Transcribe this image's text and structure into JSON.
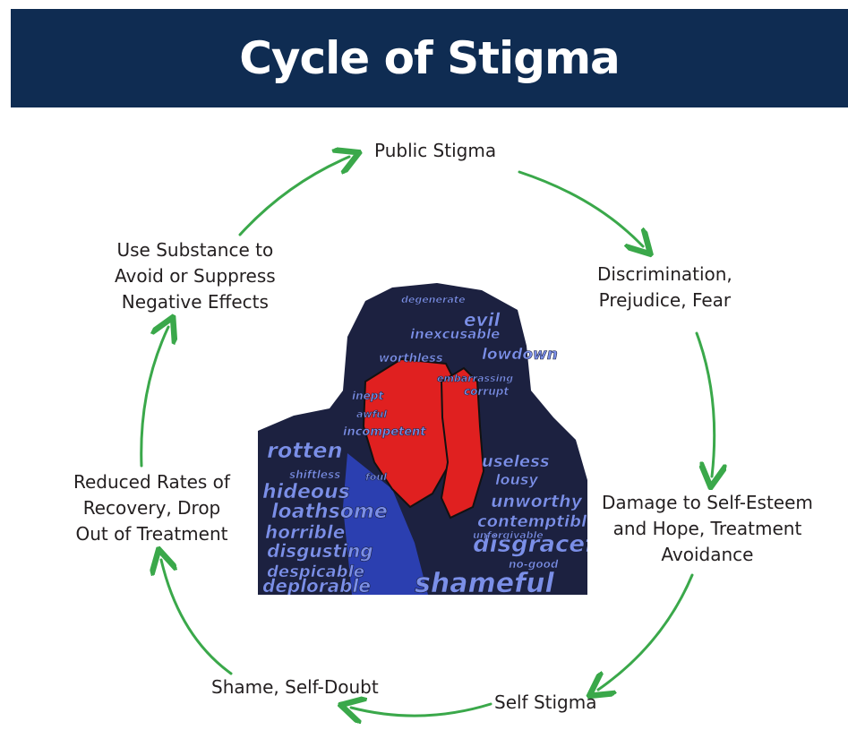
{
  "title": "Cycle of Stigma",
  "stages": {
    "public_stigma": "Public Stigma",
    "discrimination": [
      "Discrimination,",
      "Prejudice, Fear"
    ],
    "damage": [
      "Damage to Self-Esteem",
      "and Hope, Treatment",
      "Avoidance"
    ],
    "self_stigma": "Self Stigma",
    "shame": "Shame, Self-Doubt",
    "reduced_rates": [
      "Reduced Rates of",
      "Recovery, Drop",
      "Out of Treatment"
    ],
    "use_substance": [
      "Use Substance to",
      "Avoid or Suppress",
      "Negative Effects"
    ]
  },
  "figure_words": [
    "degenerate",
    "evil",
    "inexcusable",
    "worthless",
    "lowdown",
    "embarrassing",
    "corrupt",
    "incompetent",
    "rotten",
    "shiftless",
    "hideous",
    "loathsome",
    "horrible",
    "disgusting",
    "despicable",
    "deplorable",
    "useless",
    "lousy",
    "unworthy",
    "contemptible",
    "disgraceful",
    "shameful",
    "unforgivable",
    "no-good",
    "foul",
    "inept",
    "awful"
  ],
  "colors": {
    "banner": "#0f2c52",
    "arrow": "#3aa84a",
    "figure_face": "#e02020",
    "figure_shirt": "#2b3fb0",
    "figure_words": "#7b8fe8"
  },
  "icons": [
    "cycle-arrow-icon",
    "stigma-figure-illustration"
  ]
}
